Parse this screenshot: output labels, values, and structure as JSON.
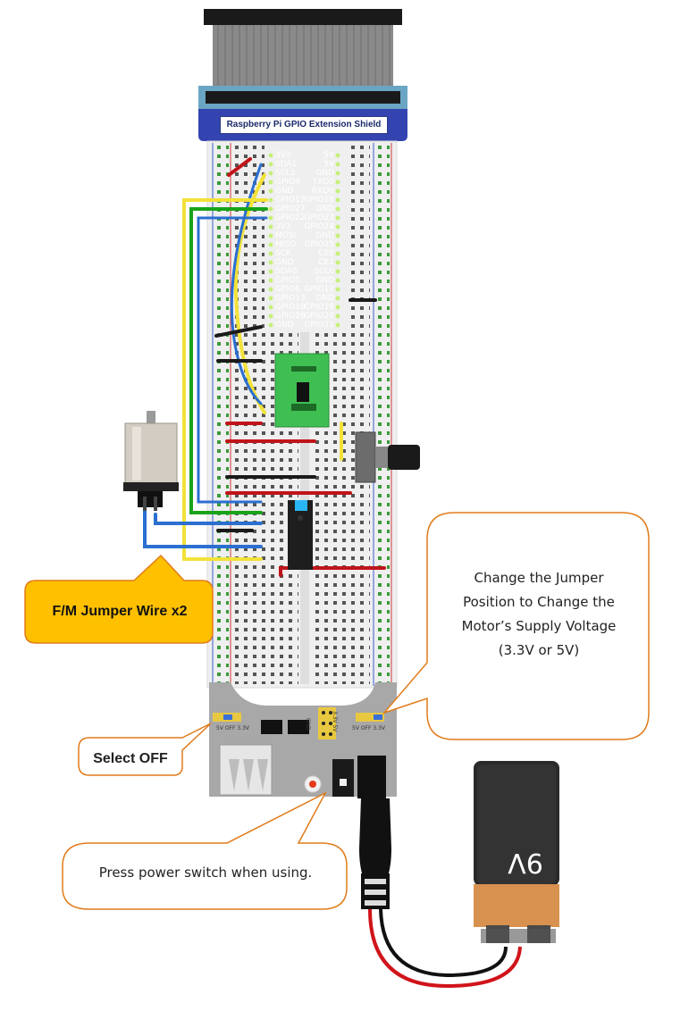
{
  "shield_title": "Raspberry Pi GPIO Extension Shield",
  "gpio_left_pins": [
    "3V3",
    "SDA1",
    "SCL1",
    "GPIO4",
    "GND",
    "GPIO17",
    "GPIO27",
    "GPIO22",
    "3V3",
    "MOSI",
    "MISO",
    "SCK",
    "GND",
    "SDA0",
    "GPIO5",
    "GPIO6",
    "GPIO13",
    "GPIO19",
    "GPIO26",
    "GND"
  ],
  "gpio_right_pins": [
    "5V",
    "5V",
    "GND",
    "TXD0",
    "RXD0",
    "GPIO18",
    "GND",
    "GPIO23",
    "GPIO24",
    "GND",
    "GPIO25",
    "CE0",
    "CE1",
    "SCL0",
    "GND",
    "GPIO12",
    "GND",
    "GPIO16",
    "GPIO20",
    "GPIO21"
  ],
  "battery_label": "9V",
  "callouts": {
    "jumper_position": "Change the Jumper Position to Change the Motor’s Supply Voltage (3.3V or 5V)",
    "power_switch": "Press power switch when using.",
    "select_off": "Select OFF",
    "jumper_wire": "F/M Jumper Wire x2"
  },
  "power_module_labels": {
    "left_jumper": "5V OFF 3.3V",
    "right_jumper": "5V OFF 3.3V",
    "middle_header": "3.3V 5V",
    "gnd": "GND"
  },
  "colors": {
    "shield_blue": "#3344b0",
    "callout_stroke": "#e07b1a",
    "callout_fill_yellow": "#ffc000",
    "breadboard": "#efefef",
    "wire_red": "#c0141a",
    "wire_blue": "#2b6fd1",
    "wire_green": "#1aa31a",
    "wire_yellow": "#f2e23a"
  }
}
